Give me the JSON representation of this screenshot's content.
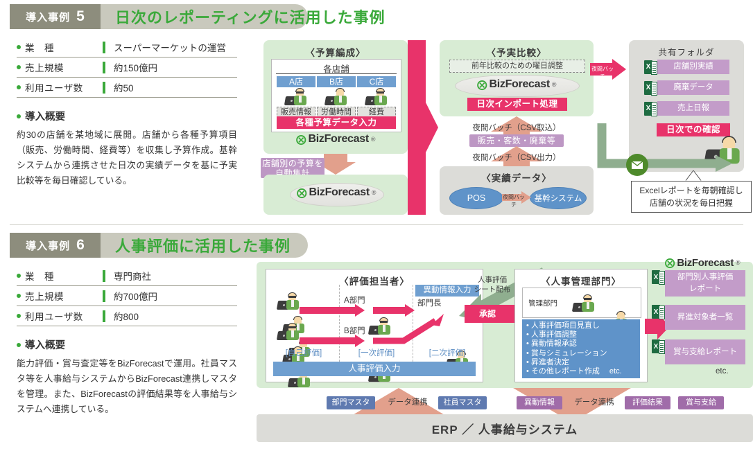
{
  "cases": [
    {
      "tag_label": "導入事例",
      "tag_number": "5",
      "title": "日次のレポーティングに活用した事例",
      "info_rows": [
        {
          "label": "業　種",
          "value": "スーパーマーケットの運営"
        },
        {
          "label": "売上規模",
          "value": "約150億円"
        },
        {
          "label": "利用ユーザ数",
          "value": "約50"
        }
      ],
      "overview_title": "導入概要",
      "overview_body": "約30の店舗を某地域に展開。店舗から各種予算項目（販売、労働時間、経費等）を収集し予算作成。基幹システムから連携させた日次の実績データを基に予実比較等を毎日確認している。",
      "diagram": {
        "budget_panel_title": "〈予算編成〉",
        "stores_header": "各店舗",
        "stores": [
          {
            "name": "A店",
            "item": "販売情報"
          },
          {
            "name": "B店",
            "item": "労働時間"
          },
          {
            "name": "C店",
            "item": "経費"
          }
        ],
        "budget_input_bar": "各種予算データ入力",
        "brand": "BizForecast",
        "aggregate_note": "店舗別の予算を\n自動集計",
        "compare_panel_title": "〈予実比較〉",
        "compare_dashed": "前年比較のための曜日調整",
        "compare_pink_bar": "日次インポート処理",
        "batch_in": "夜間バッチ（CSV取込）",
        "data_kinds": "販売・客数・廃棄等",
        "batch_out": "夜間バッチ（CSV出力）",
        "actual_panel_title": "〈実績データ〉",
        "db_pos": "POS",
        "db_core": "基幹システム",
        "db_arrow": "夜間バッチ",
        "night_batch_arrow": "夜間バッチ",
        "shared_folder_title": "共有フォルダ",
        "shared_files": [
          "店舗別実績",
          "廃棄データ",
          "売上日報"
        ],
        "daily_check_bar": "日次での確認",
        "callout": "Excelレポートを毎朝確認し\n店舗の状況を毎日把握",
        "excel_letter": "X"
      }
    },
    {
      "tag_label": "導入事例",
      "tag_number": "6",
      "title": "人事評価に活用した事例",
      "info_rows": [
        {
          "label": "業　種",
          "value": "専門商社"
        },
        {
          "label": "売上規模",
          "value": "約700億円"
        },
        {
          "label": "利用ユーザ数",
          "value": "約800"
        }
      ],
      "overview_title": "導入概要",
      "overview_body": "能力評価・賞与査定等をBizForecastで運用。社員マスタ等を人事給与システムからBizForecast連携しマスタを管理。また、BizForecastの評価結果等を人事給与システムへ連携している。",
      "diagram": {
        "evaluator_panel_title": "〈評価担当者〉",
        "dept_a": "A部門",
        "dept_b": "B部門",
        "dept_head": "部門長",
        "transfer_input_chip": "異動情報入力",
        "stage_labels": [
          "[自己評価]",
          "[一次評価]",
          "[二次評価]"
        ],
        "hr_input_bar": "人事評価入力",
        "sheet_distribute": "人事評価\nシート配布",
        "approve": "承認",
        "hr_panel_title": "〈人事管理部門〉",
        "admin_dept": "管理部門",
        "task_list": [
          "人事評価項目見直し",
          "人事評価調整",
          "異動情報承認",
          "賞与シミュレーション",
          "昇進者決定",
          "その他レポート作成"
        ],
        "task_etc": "etc.",
        "brand": "BizForecast",
        "reports": [
          "部門別人事評価\nレポート",
          "昇進対象者一覧",
          "賞与支給レポート"
        ],
        "reports_etc": "etc.",
        "bottom_chips_left": [
          "部門マスタ",
          "社員マスタ"
        ],
        "bottom_chips_right": [
          "異動情報",
          "評価結果",
          "賞与支給"
        ],
        "link_label_left": "データ連携",
        "link_label_right": "データ連携",
        "erp_bar": "ERP ／ 人事給与システム",
        "excel_letter": "X"
      }
    }
  ],
  "colors": {
    "green_accent": "#3aa93a",
    "header_tag": "#8d8d7d",
    "header_bar": "#c9c9bd",
    "panel_green": "#d8ecd4",
    "panel_gray": "#dcdcd8",
    "pink": "#e8336a",
    "blue": "#6f9fd0",
    "purple": "#bd97c4",
    "salmon": "#e2a08c",
    "excel_green": "#1e6b41"
  }
}
